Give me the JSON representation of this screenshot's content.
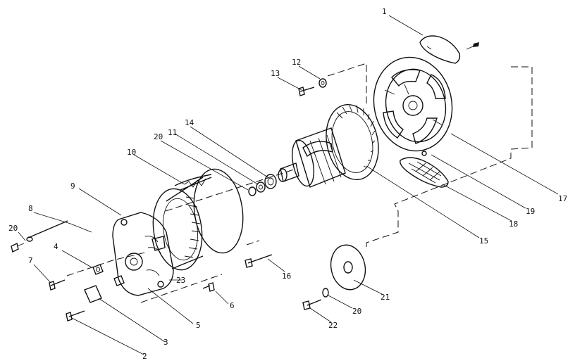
{
  "diagram": {
    "callouts": [
      {
        "id": "p1",
        "label": "1"
      },
      {
        "id": "p2",
        "label": "2"
      },
      {
        "id": "p3",
        "label": "3"
      },
      {
        "id": "p4",
        "label": "4"
      },
      {
        "id": "p5",
        "label": "5"
      },
      {
        "id": "p6",
        "label": "6"
      },
      {
        "id": "p7",
        "label": "7"
      },
      {
        "id": "p8",
        "label": "8"
      },
      {
        "id": "p9",
        "label": "9"
      },
      {
        "id": "p10",
        "label": "10"
      },
      {
        "id": "p11",
        "label": "11"
      },
      {
        "id": "p12",
        "label": "12"
      },
      {
        "id": "p13",
        "label": "13"
      },
      {
        "id": "p14",
        "label": "14"
      },
      {
        "id": "p15",
        "label": "15"
      },
      {
        "id": "p16",
        "label": "16"
      },
      {
        "id": "p17",
        "label": "17"
      },
      {
        "id": "p18",
        "label": "18"
      },
      {
        "id": "p19",
        "label": "19"
      },
      {
        "id": "p20a",
        "label": "20"
      },
      {
        "id": "p20b",
        "label": "20"
      },
      {
        "id": "p20c",
        "label": "20"
      },
      {
        "id": "p21",
        "label": "21"
      },
      {
        "id": "p22",
        "label": "22"
      },
      {
        "id": "p23",
        "label": "23"
      }
    ],
    "colors": {
      "ink": "#111111",
      "paper": "#ffffff"
    }
  }
}
